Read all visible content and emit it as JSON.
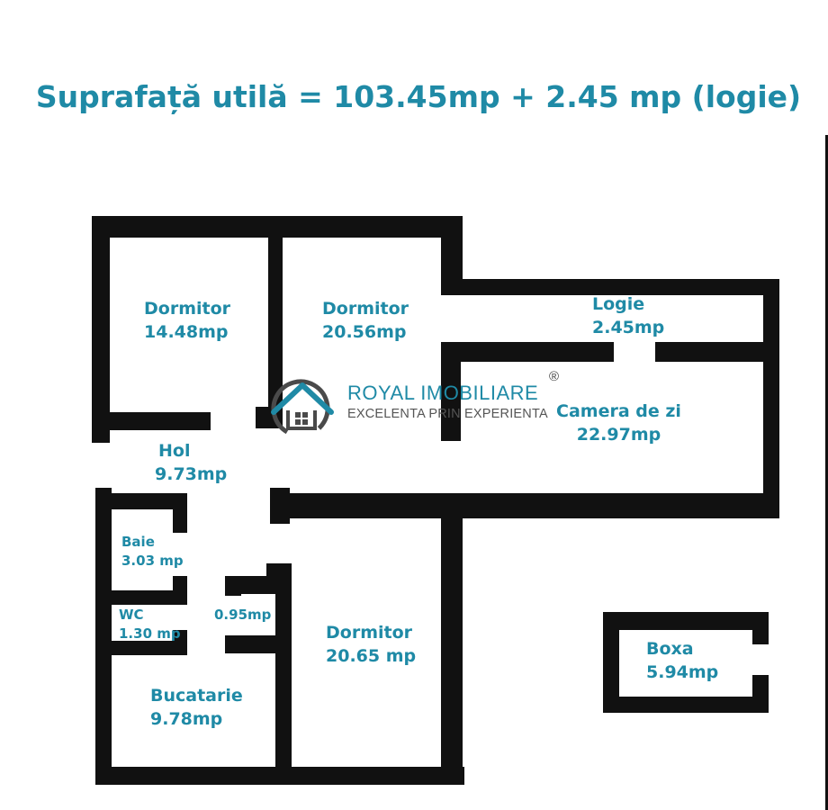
{
  "title": "Suprafață utilă = 103.45mp + 2.45 mp (logie)",
  "colors": {
    "accent": "#1f8aa6",
    "wall": "#111111",
    "tagline": "#555555"
  },
  "rooms": [
    {
      "name": "Dormitor",
      "area": "14.48mp"
    },
    {
      "name": "Dormitor",
      "area": "20.56mp"
    },
    {
      "name": "Logie",
      "area": "2.45mp"
    },
    {
      "name": "Camera de zi",
      "area": "22.97mp"
    },
    {
      "name": "Hol",
      "area": "9.73mp"
    },
    {
      "name": "Baie",
      "area": "3.03 mp"
    },
    {
      "name": "WC",
      "area": "1.30 mp"
    },
    {
      "name": "",
      "area": "0.95mp"
    },
    {
      "name": "Dormitor",
      "area": "20.65 mp"
    },
    {
      "name": "Bucatarie",
      "area": "9.78mp"
    },
    {
      "name": "Boxa",
      "area": "5.94mp"
    }
  ],
  "watermark": {
    "brand_part1": "ROYAL",
    "brand_part2": " IMOBILIARE",
    "tagline": "EXCELENTA PRIN EXPERIENTA",
    "registered": "®",
    "icon": "house-logo-icon"
  }
}
